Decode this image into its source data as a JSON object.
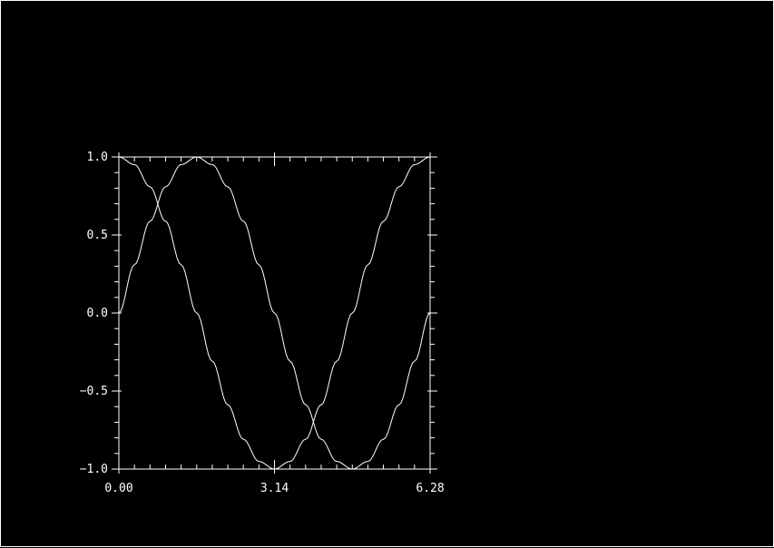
{
  "colors": {
    "background": "#000000",
    "foreground": "#ffffff"
  },
  "chart_data": {
    "type": "line",
    "title": "",
    "xlabel": "",
    "ylabel": "",
    "xlim": [
      0,
      6.2832
    ],
    "ylim": [
      -1.0,
      1.0
    ],
    "grid": false,
    "legend": "none",
    "x_ticks": [
      {
        "value": 0,
        "label": "0.00"
      },
      {
        "value": 3.1416,
        "label": "3.14"
      },
      {
        "value": 6.2832,
        "label": "6.28"
      }
    ],
    "y_ticks": [
      {
        "value": 1.0,
        "label": "1.0"
      },
      {
        "value": 0.5,
        "label": "0.5"
      },
      {
        "value": 0.0,
        "label": "0.0"
      },
      {
        "value": -0.5,
        "label": "−0.5"
      },
      {
        "value": -1.0,
        "label": "−1.0"
      }
    ],
    "x": [
      0,
      0.3142,
      0.6283,
      0.9425,
      1.2566,
      1.5708,
      1.885,
      2.1991,
      2.5133,
      2.8274,
      3.1416,
      3.4558,
      3.7699,
      4.0841,
      4.3982,
      4.7124,
      5.0265,
      5.3407,
      5.6549,
      5.969,
      6.2832
    ],
    "series": [
      {
        "values": [
          0.0,
          0.309,
          0.5878,
          0.809,
          0.9511,
          1.0,
          0.9511,
          0.809,
          0.5878,
          0.309,
          0.0,
          -0.309,
          -0.5878,
          -0.809,
          -0.9511,
          -1.0,
          -0.9511,
          -0.809,
          -0.5878,
          -0.309,
          0.0
        ]
      },
      {
        "values": [
          1.0,
          0.9511,
          0.809,
          0.5878,
          0.309,
          0.0,
          -0.309,
          -0.5878,
          -0.809,
          -0.9511,
          -1.0,
          -0.9511,
          -0.809,
          -0.5878,
          -0.309,
          0.0,
          0.309,
          0.5878,
          0.809,
          0.9511,
          1.0
        ]
      }
    ]
  }
}
